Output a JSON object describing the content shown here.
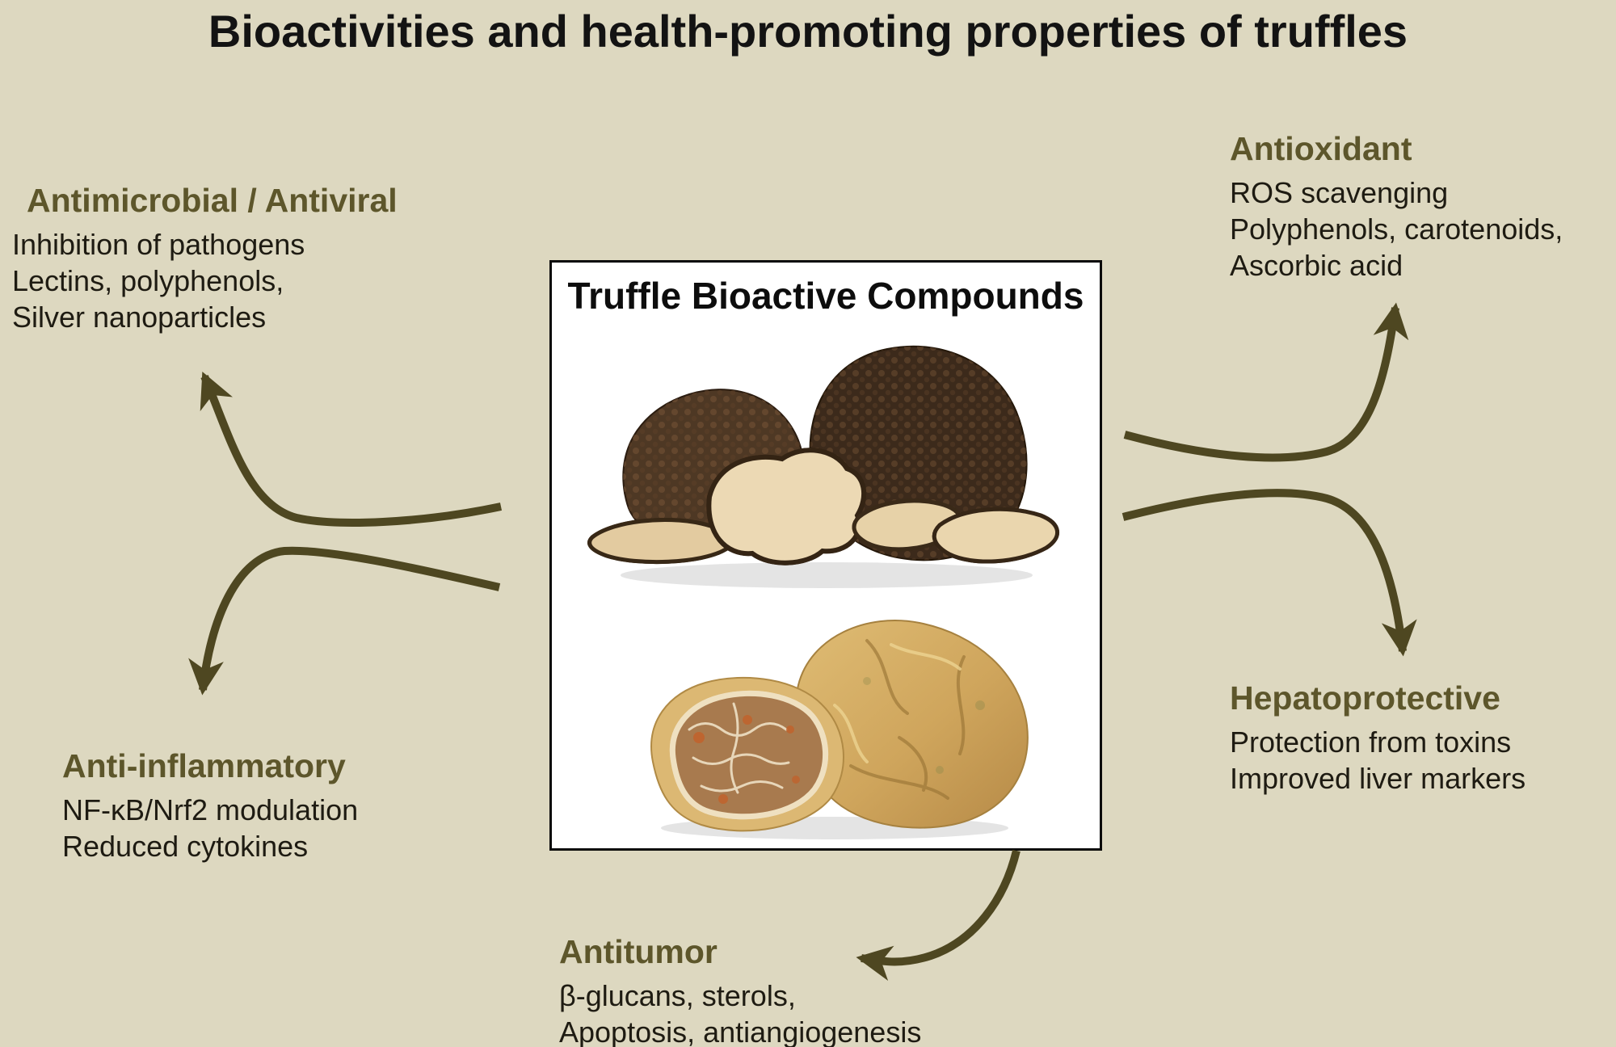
{
  "title": "Bioactivities and health-promoting properties of truffles",
  "center_box": {
    "title": "Truffle Bioactive Compounds",
    "photos": {
      "top": "black-truffles-with-slices-photo",
      "bottom": "white-truffles-cut-photo"
    }
  },
  "sections": {
    "antimicrobial": {
      "heading": "Antimicrobial / Antiviral",
      "lines": [
        "Inhibition of pathogens",
        "Lectins, polyphenols,",
        "Silver nanoparticles"
      ]
    },
    "antioxidant": {
      "heading": "Antioxidant",
      "lines": [
        "ROS scavenging",
        "Polyphenols, carotenoids,",
        "Ascorbic acid"
      ]
    },
    "anti_inflammatory": {
      "heading": "Anti-inflammatory",
      "lines": [
        "NF-κB/Nrf2 modulation",
        "Reduced cytokines"
      ]
    },
    "hepatoprotective": {
      "heading": "Hepatoprotective",
      "lines": [
        "Protection from toxins",
        "Improved liver markers"
      ]
    },
    "antitumor": {
      "heading": "Antitumor",
      "lines": [
        "β-glucans, sterols,",
        "Apoptosis, antiangiogenesis"
      ]
    }
  },
  "colors": {
    "background": "#ddd8c0",
    "heading": "#5d562b",
    "arrow": "#4e4721",
    "body_text": "#1e1b12",
    "box_bg": "#ffffff",
    "box_border": "#0a0a0a",
    "title_color": "#131313"
  }
}
